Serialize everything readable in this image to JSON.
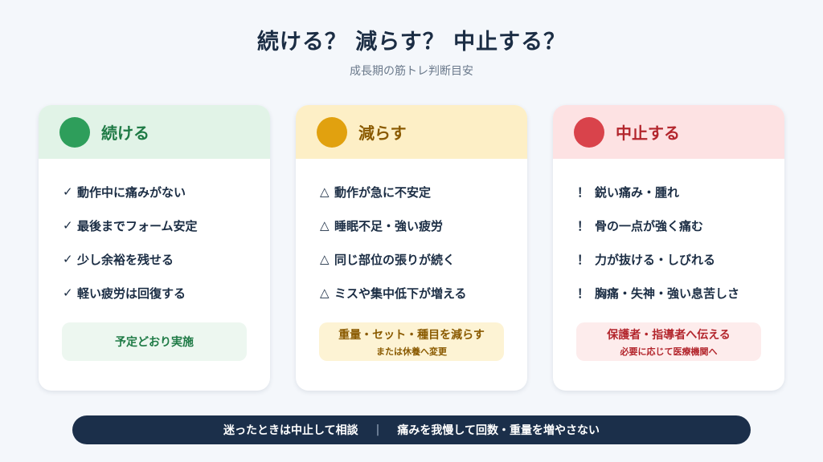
{
  "header": {
    "title": "続ける？ 減らす？ 中止する？",
    "subtitle": "成長期の筋トレ判断目安"
  },
  "colors": {
    "green": "#2e9e5b",
    "green_head": "#e1f3e7",
    "green_text": "#1e7a45",
    "green_box": "#edf7f0",
    "amber": "#e1a10f",
    "amber_head": "#fdefc6",
    "amber_text": "#8a5a00",
    "amber_box": "#fdf3d4",
    "red": "#d9434b",
    "red_head": "#fde2e3",
    "red_text": "#b3262d",
    "red_box": "#fdecec",
    "footer_bg": "#1b2f4a"
  },
  "cards": [
    {
      "title": "続ける",
      "icon": "green-circle-icon",
      "mark": "✓",
      "items": [
        "動作中に痛みがない",
        "最後までフォーム安定",
        "少し余裕を残せる",
        "軽い疲労は回復する"
      ],
      "action_main": "予定どおり実施",
      "action_sub": ""
    },
    {
      "title": "減らす",
      "icon": "amber-circle-icon",
      "mark": "△",
      "items": [
        "動作が急に不安定",
        "睡眠不足・強い疲労",
        "同じ部位の張りが続く",
        "ミスや集中低下が増える"
      ],
      "action_main": "重量・セット・種目を減らす",
      "action_sub": "または休養へ変更"
    },
    {
      "title": "中止する",
      "icon": "red-circle-icon",
      "mark": "！",
      "items": [
        "鋭い痛み・腫れ",
        "骨の一点が強く痛む",
        "力が抜ける・しびれる",
        "胸痛・失神・強い息苦しさ"
      ],
      "action_main": "保護者・指導者へ伝える",
      "action_sub": "必要に応じて医療機関へ"
    }
  ],
  "footer": {
    "left": "迷ったときは中止して相談",
    "separator": "|",
    "right": "痛みを我慢して回数・重量を増やさない"
  }
}
